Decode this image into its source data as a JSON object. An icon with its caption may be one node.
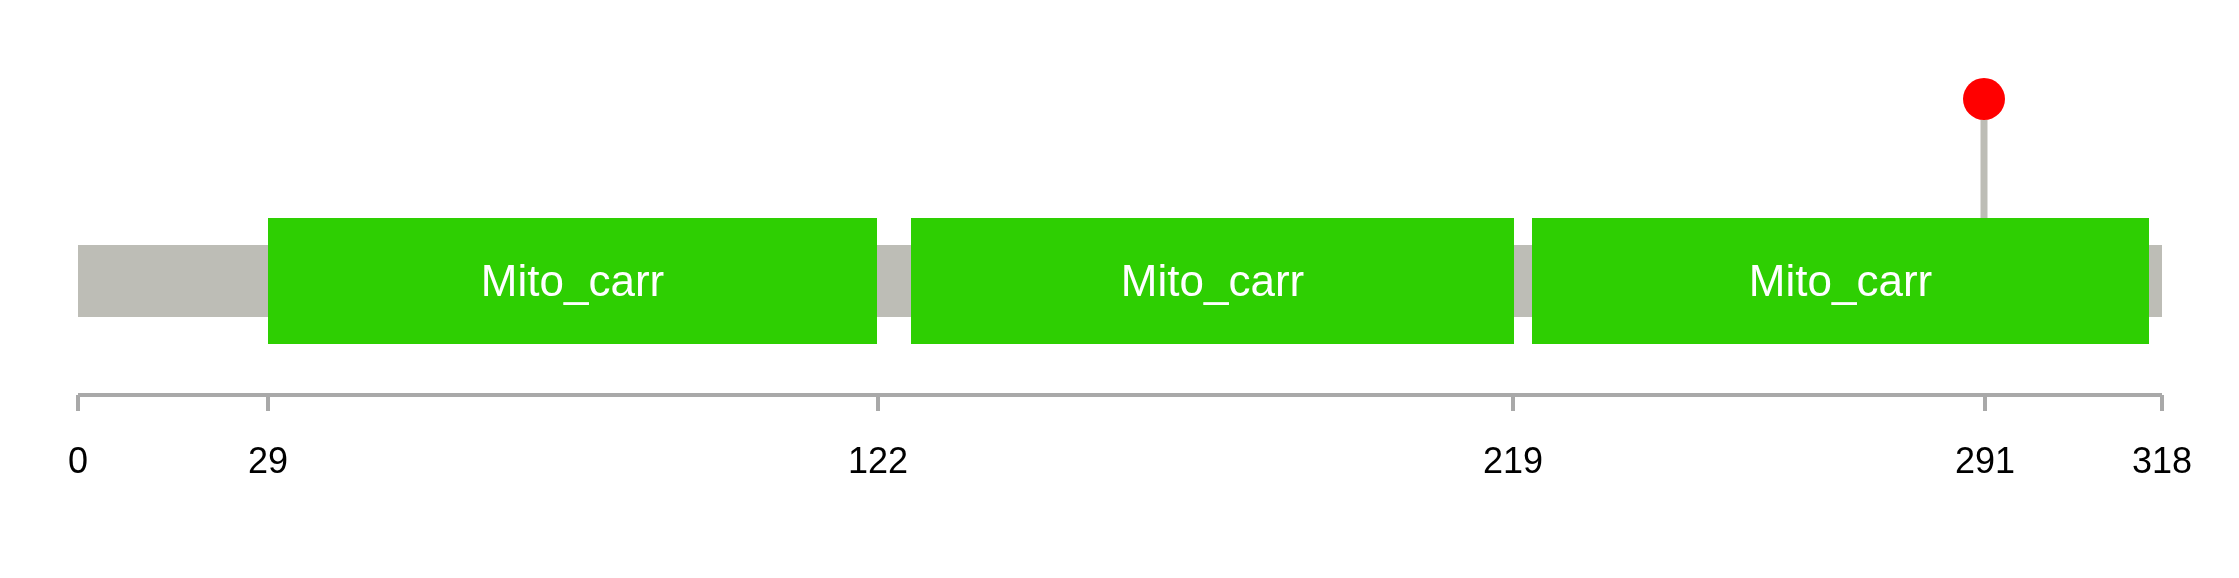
{
  "diagram": {
    "nodes": [
      {
        "text": [],
        "shape": "bar"
      },
      {
        "text": [
          "Mito_carr"
        ]
      },
      {
        "text": [],
        "shape": "bar"
      },
      {
        "text": [
          "Mito_carr"
        ]
      },
      {
        "text": [],
        "shape": "bar"
      },
      {
        "text": [
          "Mito_carr"
        ]
      },
      {
        "text": [],
        "shape": "bar"
      },
      {
        "text": [],
        "shape": "circle"
      }
    ],
    "edges": [
      {
        "from": 7,
        "to": 5,
        "arrow": "none"
      }
    ],
    "labels": [
      "0",
      "29",
      "122",
      "219",
      "291",
      "318"
    ]
  }
}
